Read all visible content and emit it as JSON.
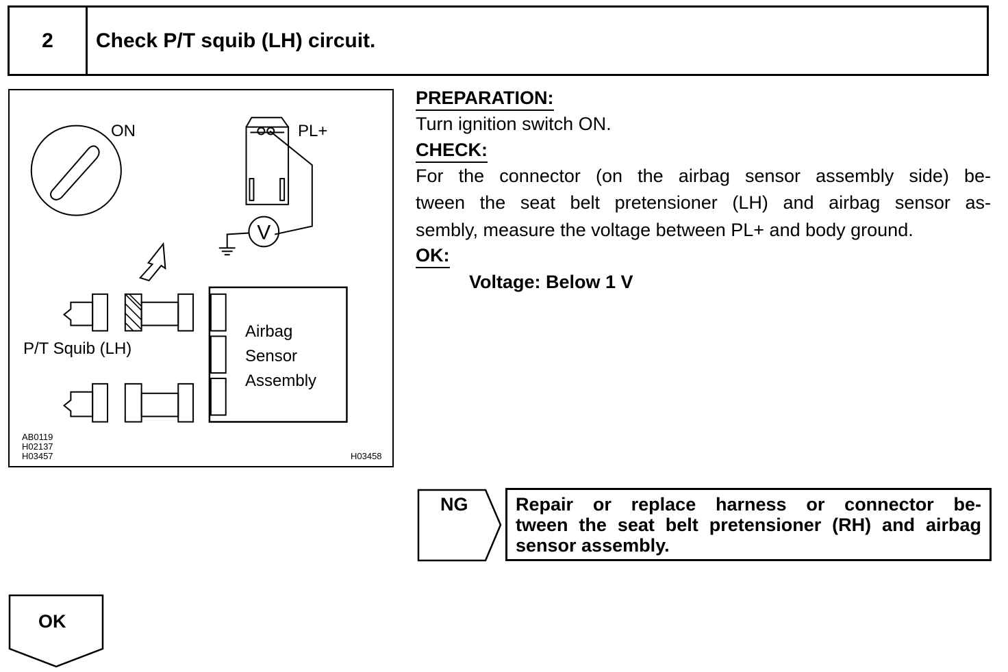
{
  "header": {
    "step_number": "2",
    "title": "Check P/T squib (LH) circuit."
  },
  "figure": {
    "label_on": "ON",
    "label_pl": "PL+",
    "meter_symbol": "V",
    "label_squib": "P/T Squib (LH)",
    "label_sensor_1": "Airbag",
    "label_sensor_2": "Sensor",
    "label_sensor_3": "Assembly",
    "codes_left": [
      "AB0119",
      "H02137",
      "H03457"
    ],
    "code_right": "H03458"
  },
  "preparation": {
    "heading": "PREPARATION:",
    "text": "Turn ignition switch ON."
  },
  "check": {
    "heading": "CHECK:",
    "lines": [
      "For the connector (on the airbag sensor assembly side) be-",
      "tween the seat belt pretensioner (LH) and airbag sensor as-",
      "sembly, measure the voltage between PL+ and body ground."
    ]
  },
  "ok_spec": {
    "heading": "OK:",
    "value": "Voltage: Below 1 V"
  },
  "ng_result": {
    "label": "NG",
    "lines": [
      "Repair or replace harness or connector be-",
      "tween the seat belt pretensioner (RH) and airbag",
      "sensor assembly."
    ]
  },
  "ok_result": {
    "label": "OK"
  }
}
